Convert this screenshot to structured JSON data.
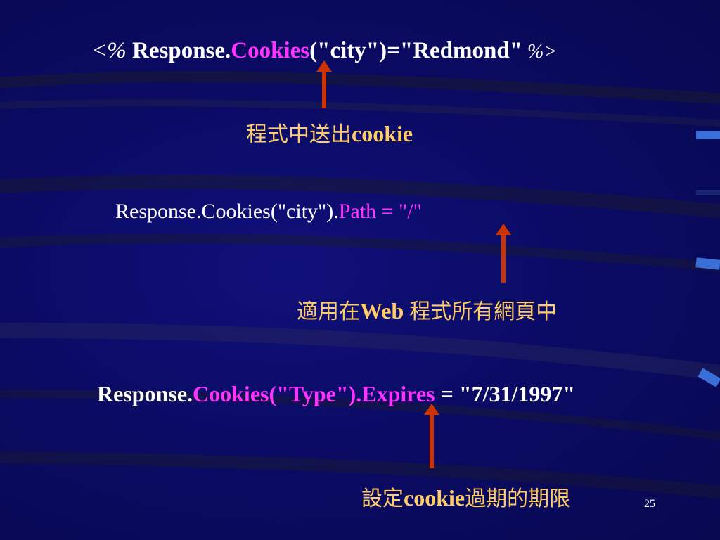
{
  "slide": {
    "code1": {
      "open": "<%",
      "prefix": " Response.",
      "highlight": "Cookies",
      "suffix": "(\"city\")=\"Redmond\"",
      "close": " %>"
    },
    "note1": {
      "cjk": "程式中送出",
      "latin": "cookie"
    },
    "code2": {
      "prefix": "Response.Cookies(\"city\").",
      "highlight": "Path = \"/\""
    },
    "note2": {
      "cjk1": "適用在",
      "latin": "Web ",
      "cjk2": "程式所有網頁中"
    },
    "code3": {
      "prefix": "Response.",
      "highlight": "Cookies(\"Type\").Expires",
      "suffix": " = \"7/31/1997\""
    },
    "note3": {
      "cjk1": "設定",
      "latin": "cookie",
      "cjk2": "過期的期限"
    },
    "page_number": "25"
  },
  "colors": {
    "background": "#0b0b66",
    "code_text": "#ffffff",
    "highlight": "#ff33ff",
    "note_text": "#ffcc66",
    "arrow": "#cc3300"
  }
}
